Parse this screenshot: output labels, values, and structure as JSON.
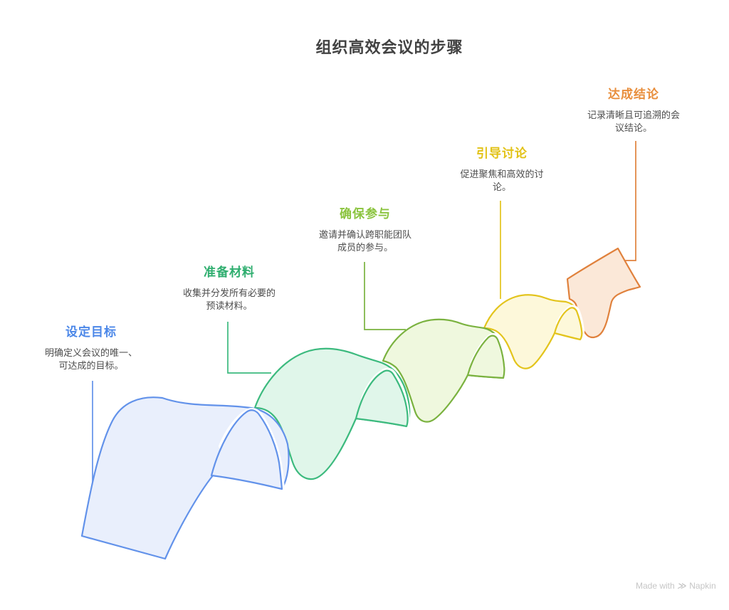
{
  "title": "组织高效会议的步骤",
  "steps": [
    {
      "label": "设定目标",
      "desc_lines": [
        "明确定义会议的唯一、",
        "可达成的目标。"
      ],
      "color": "#4b87e8",
      "stroke": "#6292ea",
      "fill": "#e9effc"
    },
    {
      "label": "准备材料",
      "desc_lines": [
        "收集并分发所有必要的",
        "预读材料。"
      ],
      "color": "#2fae6f",
      "stroke": "#3cba7e",
      "fill": "#e0f6ea"
    },
    {
      "label": "确保参与",
      "desc_lines": [
        "邀请并确认跨职能团队",
        "成员的参与。"
      ],
      "color": "#8bc43f",
      "stroke": "#7ab23f",
      "fill": "#eff8de"
    },
    {
      "label": "引导讨论",
      "desc_lines": [
        "促进聚焦和高效的讨",
        "论。"
      ],
      "color": "#e2c216",
      "stroke": "#e3c41c",
      "fill": "#fdf8da"
    },
    {
      "label": "达成结论",
      "desc_lines": [
        "记录清晰且可追溯的会",
        "议结论。"
      ],
      "color": "#e88e3c",
      "stroke": "#e0813c",
      "fill": "#fbe8d8"
    }
  ],
  "footer": {
    "text": "Made with",
    "logo_icon": "napkin-chevrons-icon",
    "brand": "Napkin"
  }
}
